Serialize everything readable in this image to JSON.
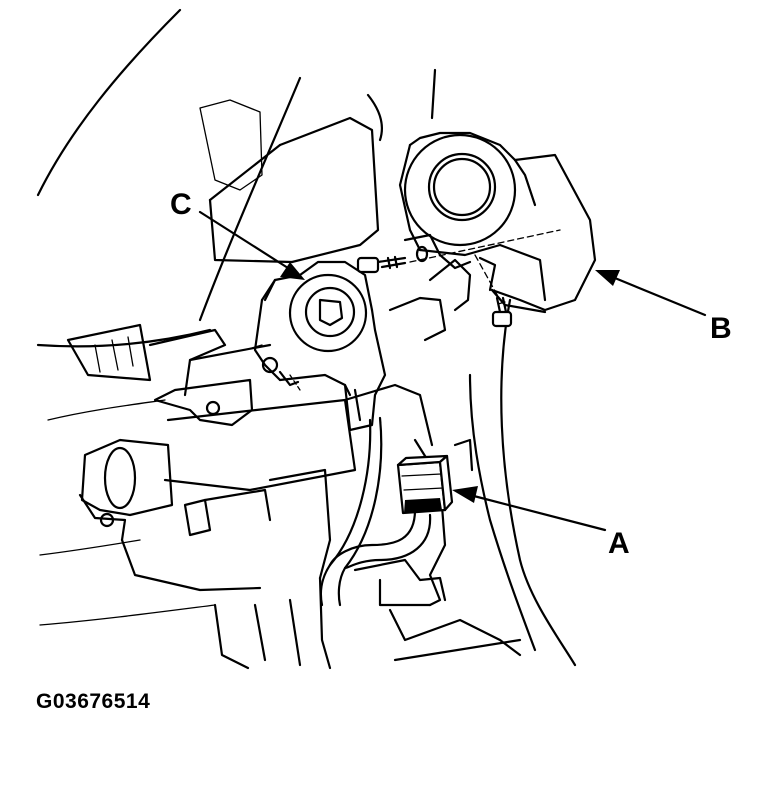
{
  "callouts": {
    "a": "A",
    "b": "B",
    "c": "C"
  },
  "figure_id": "G03676514",
  "colors": {
    "line": "#000000",
    "background": "#ffffff"
  }
}
